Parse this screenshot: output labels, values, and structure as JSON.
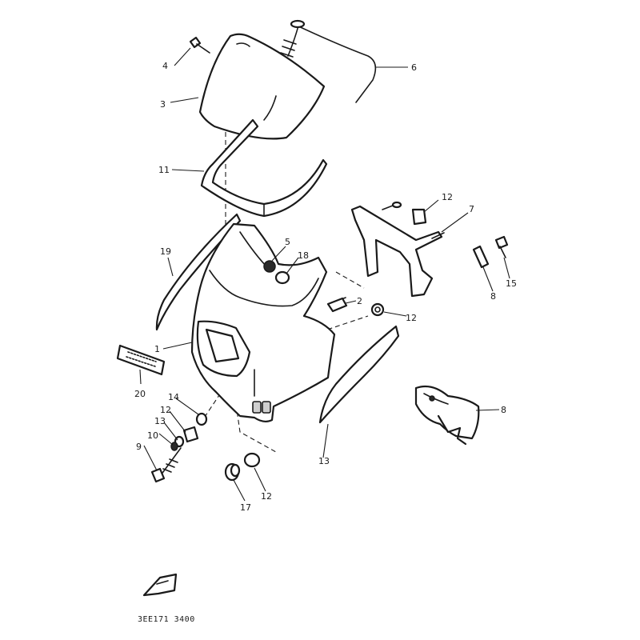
{
  "diagram": {
    "callouts": [
      {
        "id": "c4",
        "label": "4"
      },
      {
        "id": "c3",
        "label": "3"
      },
      {
        "id": "c6",
        "label": "6"
      },
      {
        "id": "c11",
        "label": "11"
      },
      {
        "id": "c12a",
        "label": "12"
      },
      {
        "id": "c7",
        "label": "7"
      },
      {
        "id": "c19",
        "label": "19"
      },
      {
        "id": "c5",
        "label": "5"
      },
      {
        "id": "c18",
        "label": "18"
      },
      {
        "id": "c2",
        "label": "2"
      },
      {
        "id": "c12b",
        "label": "12"
      },
      {
        "id": "c8a",
        "label": "8"
      },
      {
        "id": "c15",
        "label": "15"
      },
      {
        "id": "c1",
        "label": "1"
      },
      {
        "id": "c20",
        "label": "20"
      },
      {
        "id": "c14",
        "label": "14"
      },
      {
        "id": "c12c",
        "label": "12"
      },
      {
        "id": "c13a",
        "label": "13"
      },
      {
        "id": "c10",
        "label": "10"
      },
      {
        "id": "c9",
        "label": "9"
      },
      {
        "id": "c13b",
        "label": "13"
      },
      {
        "id": "c8b",
        "label": "8"
      },
      {
        "id": "c17",
        "label": "17"
      },
      {
        "id": "c12d",
        "label": "12"
      }
    ],
    "figure_code": "3EE171 3400"
  }
}
